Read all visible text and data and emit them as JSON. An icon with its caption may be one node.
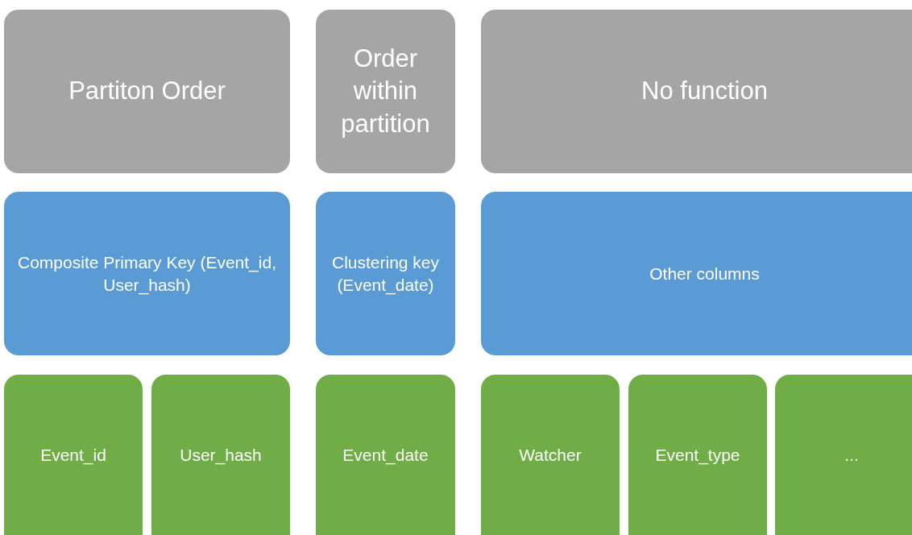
{
  "diagram": {
    "nodes": [
      {
        "text": [
          "Partiton Order"
        ]
      },
      {
        "text": [
          "Order within partition"
        ]
      },
      {
        "text": [
          "No function"
        ]
      },
      {
        "text": [
          "Composite Primary Key (Event_id, User_hash)"
        ]
      },
      {
        "text": [
          "Clustering key (Event_date)"
        ]
      },
      {
        "text": [
          "Other columns"
        ]
      },
      {
        "text": [
          "Event_id"
        ]
      },
      {
        "text": [
          "User_hash"
        ]
      },
      {
        "text": [
          "Event_date"
        ]
      },
      {
        "text": [
          "Watcher"
        ]
      },
      {
        "text": [
          "Event_type"
        ]
      },
      {
        "text": [
          "..."
        ]
      }
    ]
  }
}
